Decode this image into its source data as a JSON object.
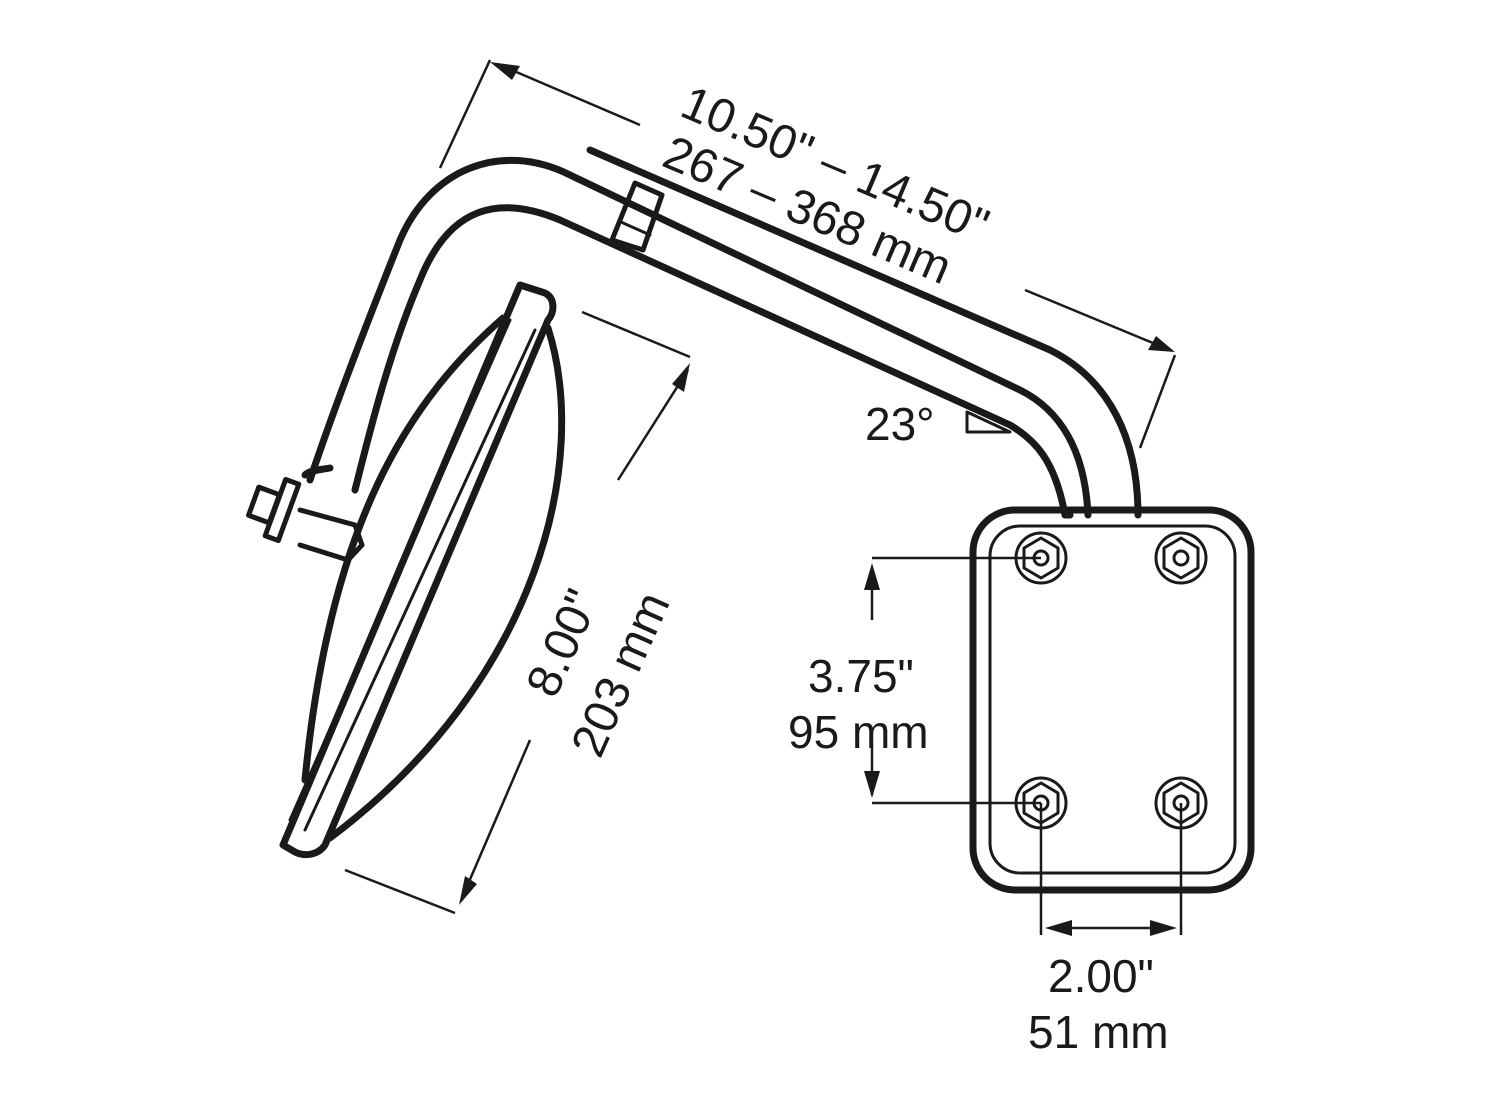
{
  "diagram": {
    "subject": "Mirror with bracket arm and mounting plate",
    "colors": {
      "line": "#1a1a1a",
      "background": "#ffffff"
    },
    "dimensions": {
      "arm_length": {
        "imperial": "10.50\" – 14.50\"",
        "metric": "267 – 368 mm"
      },
      "angle": {
        "value": "23°"
      },
      "mirror_diameter": {
        "imperial": "8.00\"",
        "metric": "203 mm"
      },
      "bolt_vertical_spacing": {
        "imperial": "3.75\"",
        "metric": "95 mm"
      },
      "bolt_horizontal_spacing": {
        "imperial": "2.00\"",
        "metric": "51 mm"
      }
    }
  }
}
